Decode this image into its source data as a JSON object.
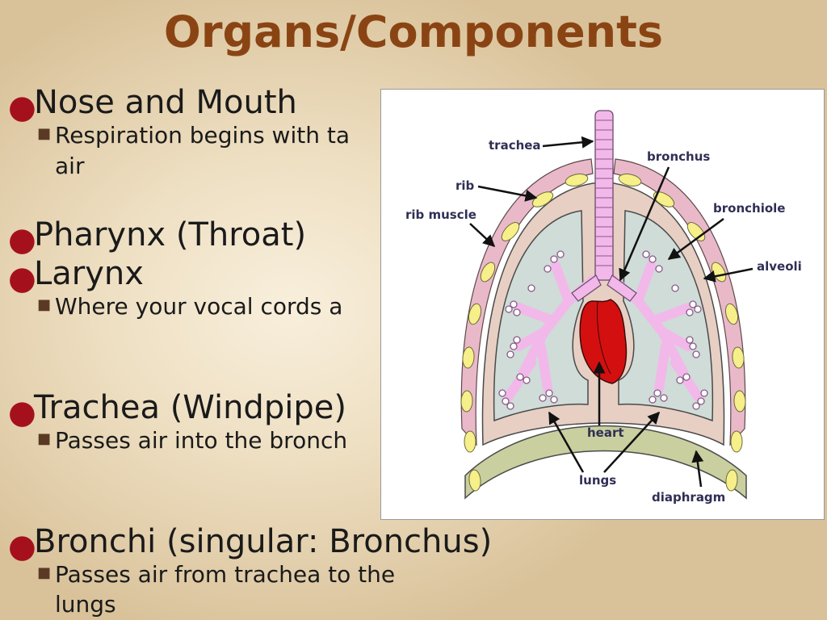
{
  "slide": {
    "title": "Organs/Components",
    "items": [
      {
        "heading": "Nose and Mouth",
        "sub": [
          "Respiration begins with ta",
          "air"
        ]
      },
      {
        "heading": "Pharynx (Throat)"
      },
      {
        "heading": "Larynx",
        "sub": [
          "Where your vocal cords a"
        ]
      },
      {
        "heading": "Trachea (Windpipe)",
        "sub": [
          "Passes air into the bronch"
        ]
      },
      {
        "heading": "Bronchi (singular: Bronchus)",
        "sub": [
          "Passes air from trachea to the",
          "lungs"
        ]
      }
    ]
  },
  "diagram": {
    "labels": {
      "trachea": "trachea",
      "bronchus": "bronchus",
      "rib": "rib",
      "rib_muscle": "rib muscle",
      "bronchiole": "bronchiole",
      "alveoli": "alveoli",
      "heart": "heart",
      "lungs": "lungs",
      "diaphragm": "diaphragm"
    }
  },
  "colors": {
    "title": "#8a4413",
    "bullet": "#a4111d",
    "lung": "#cfdcd8",
    "airway": "#f2b8ea",
    "heart": "#d40f0f",
    "pleura": "#e7cfc4",
    "diaphragm": "#c9cf9f",
    "rib_cartilage": "#f6ef8a"
  }
}
